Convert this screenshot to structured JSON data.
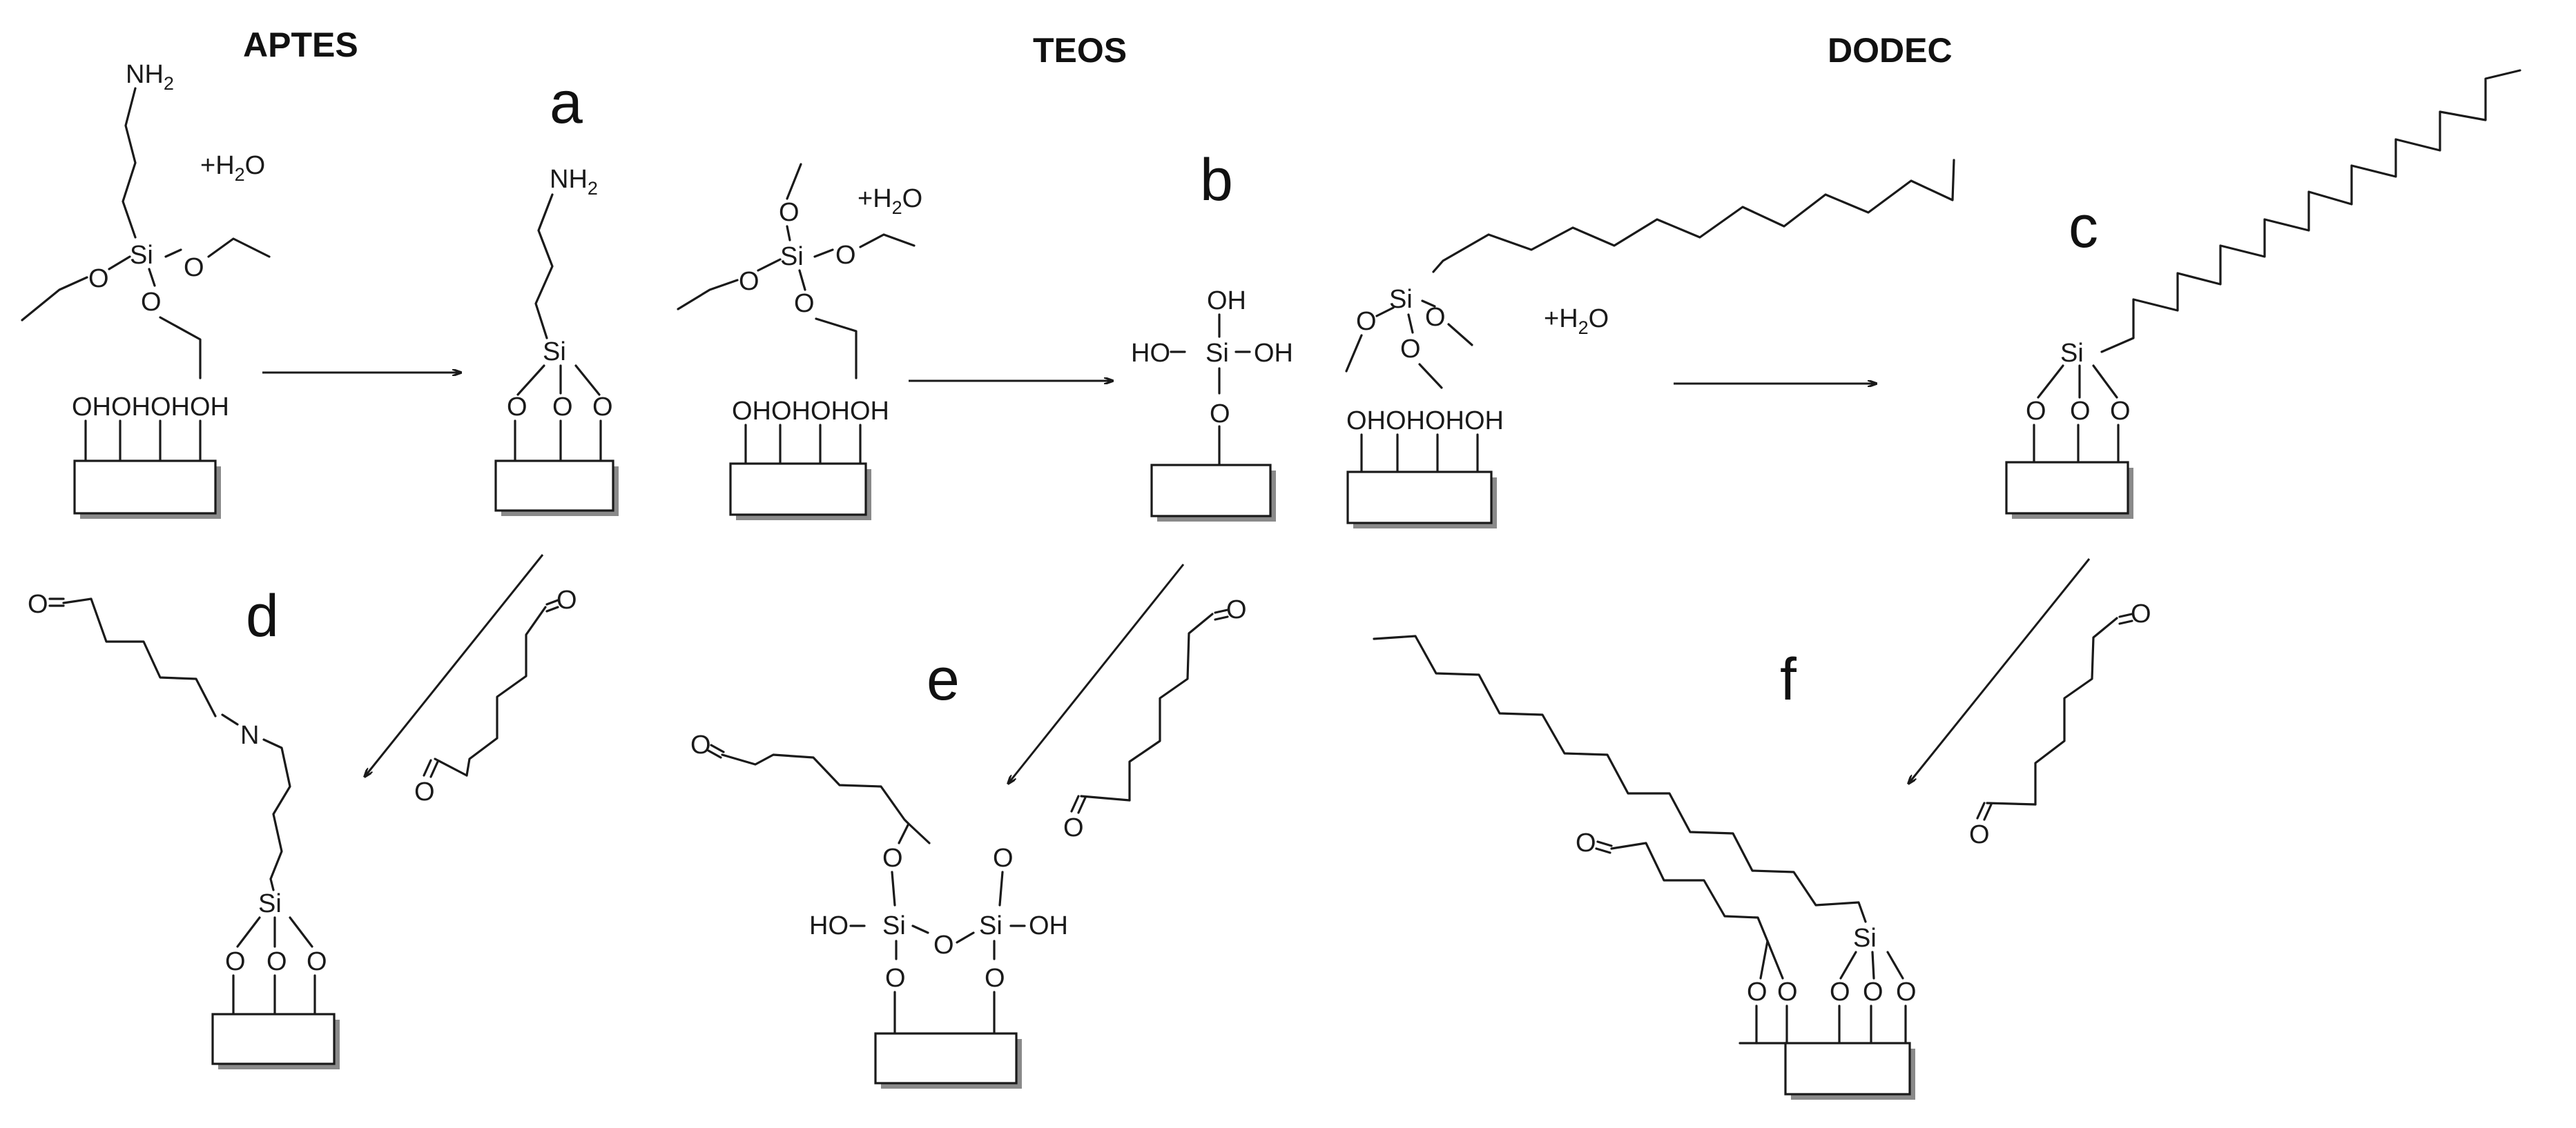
{
  "headers": {
    "aptes": "APTES",
    "teos": "TEOS",
    "dodec": "DODEC"
  },
  "panels": {
    "a": "a",
    "b": "b",
    "c": "c",
    "d": "d",
    "e": "e",
    "f": "f"
  },
  "atoms": {
    "nh2_main": "NH",
    "nh2_sub": "2",
    "si": "Si",
    "o": "O",
    "n": "N",
    "oh": "OH",
    "ho": "HO",
    "oh_row": "OHOHOHOH"
  },
  "water": {
    "prefix": "+H",
    "sub": "2",
    "suffix": "O"
  }
}
